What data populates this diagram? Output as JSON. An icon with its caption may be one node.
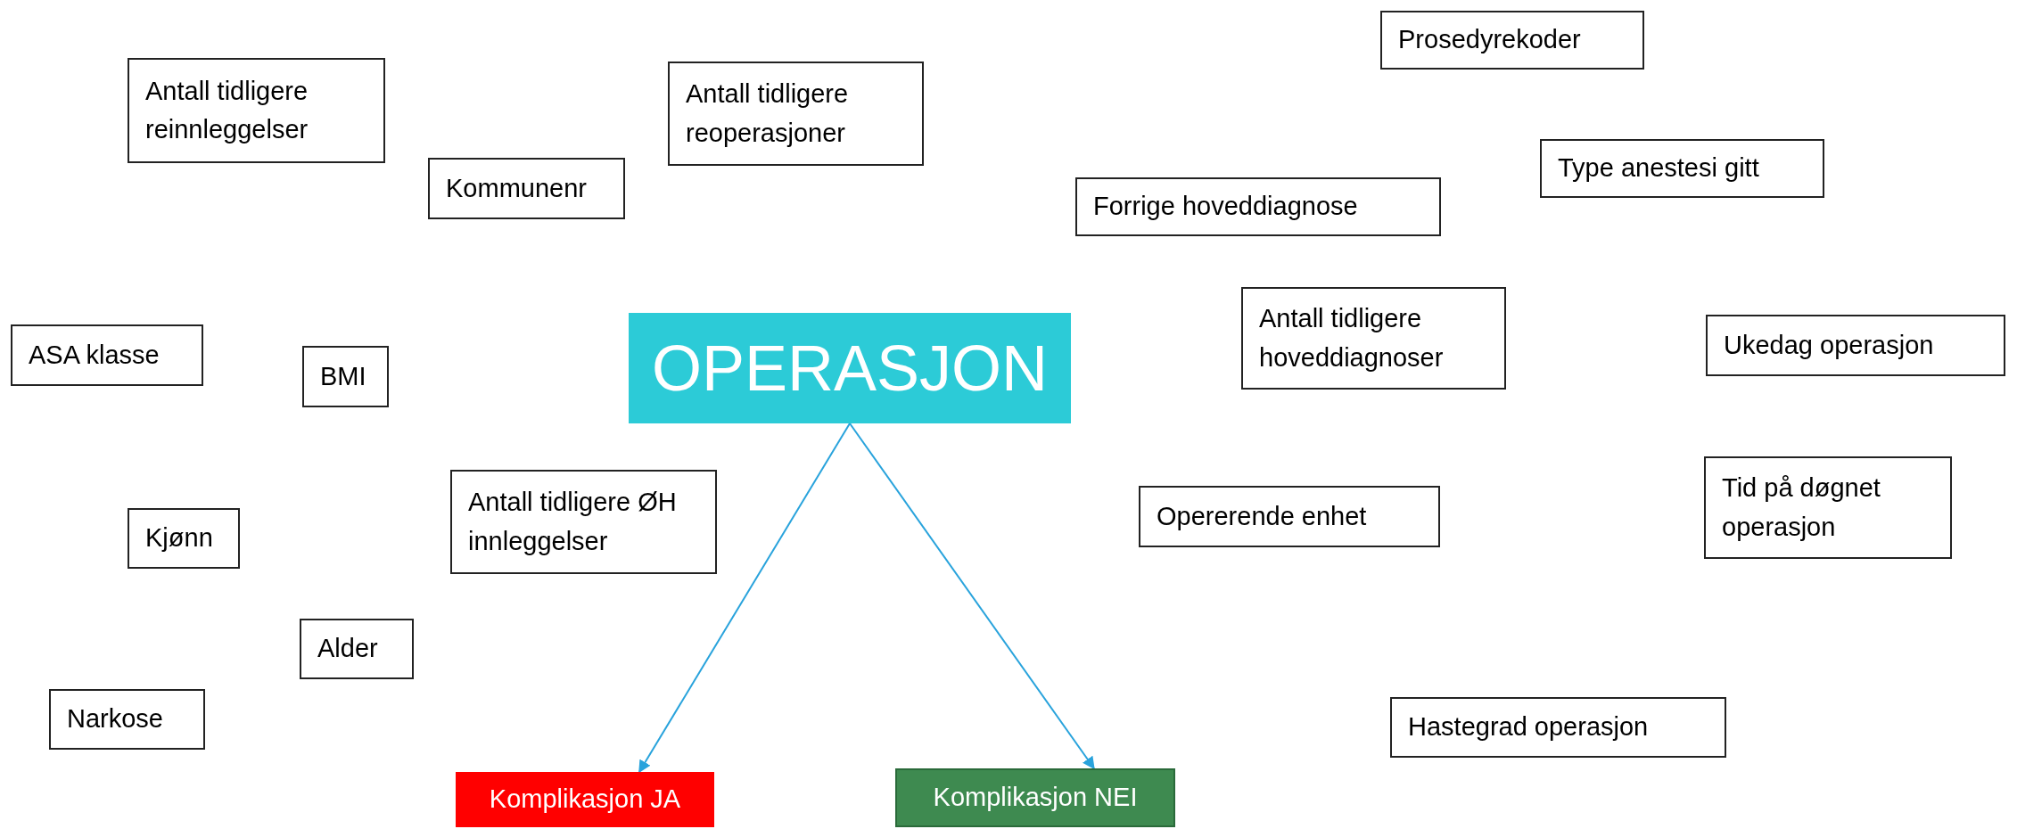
{
  "diagram": {
    "nodes": [
      {
        "text": [
          "Prosedyrekoder"
        ]
      },
      {
        "text": [
          "Antall tidligere reinnleggelser"
        ]
      },
      {
        "text": [
          "Antall tidligere reoperasjoner"
        ]
      },
      {
        "text": [
          "Type anestesi gitt"
        ]
      },
      {
        "text": [
          "Kommunenr"
        ]
      },
      {
        "text": [
          "Forrige hoveddiagnose"
        ]
      },
      {
        "text": [
          "Antall tidligere hoveddiagnoser"
        ]
      },
      {
        "text": [
          "OPERASJON"
        ]
      },
      {
        "text": [
          "Ukedag operasjon"
        ]
      },
      {
        "text": [
          "ASA klasse"
        ]
      },
      {
        "text": [
          "BMI"
        ]
      },
      {
        "text": [
          "Antall tidligere ØH innleggelser"
        ]
      },
      {
        "text": [
          "Tid på døgnet operasjon"
        ]
      },
      {
        "text": [
          "Opererende enhet"
        ]
      },
      {
        "text": [
          "Kjønn"
        ]
      },
      {
        "text": [
          "Alder"
        ]
      },
      {
        "text": [
          "Narkose"
        ]
      },
      {
        "text": [
          "Hastegrad operasjon"
        ]
      },
      {
        "text": [
          "Komplikasjon JA"
        ]
      },
      {
        "text": [
          "Komplikasjon NEI"
        ]
      }
    ],
    "edges": [
      {
        "from": 7,
        "to": 18,
        "arrow": "to"
      },
      {
        "from": 7,
        "to": 19,
        "arrow": "to"
      }
    ]
  }
}
